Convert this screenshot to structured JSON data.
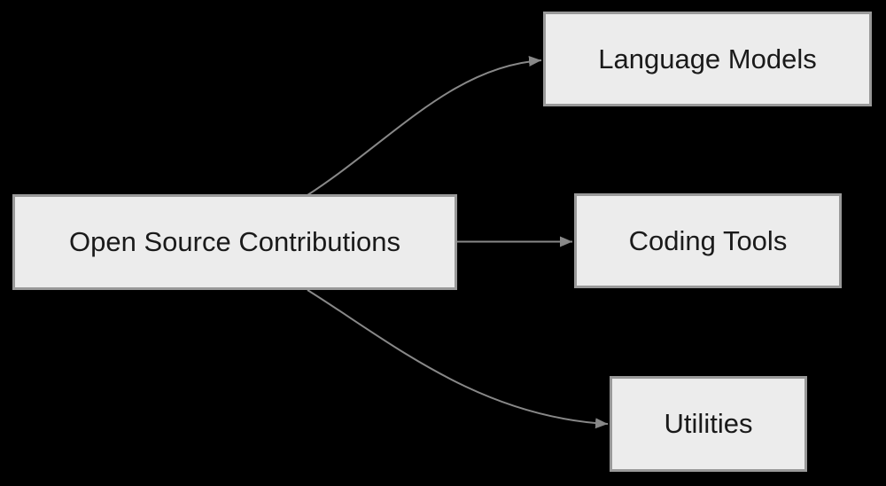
{
  "diagram": {
    "type": "flowchart",
    "background_color": "#000000",
    "node_fill_color": "#ececec",
    "node_border_color": "#999999",
    "edge_color": "#888888",
    "text_color": "#1a1a1a",
    "nodes": [
      {
        "id": "root",
        "label": "Open Source Contributions"
      },
      {
        "id": "language-models",
        "label": "Language Models"
      },
      {
        "id": "coding-tools",
        "label": "Coding Tools"
      },
      {
        "id": "utilities",
        "label": "Utilities"
      }
    ],
    "edges": [
      {
        "from": "root",
        "to": "language-models",
        "style": "curved-up"
      },
      {
        "from": "root",
        "to": "coding-tools",
        "style": "straight"
      },
      {
        "from": "root",
        "to": "utilities",
        "style": "curved-down"
      }
    ]
  }
}
